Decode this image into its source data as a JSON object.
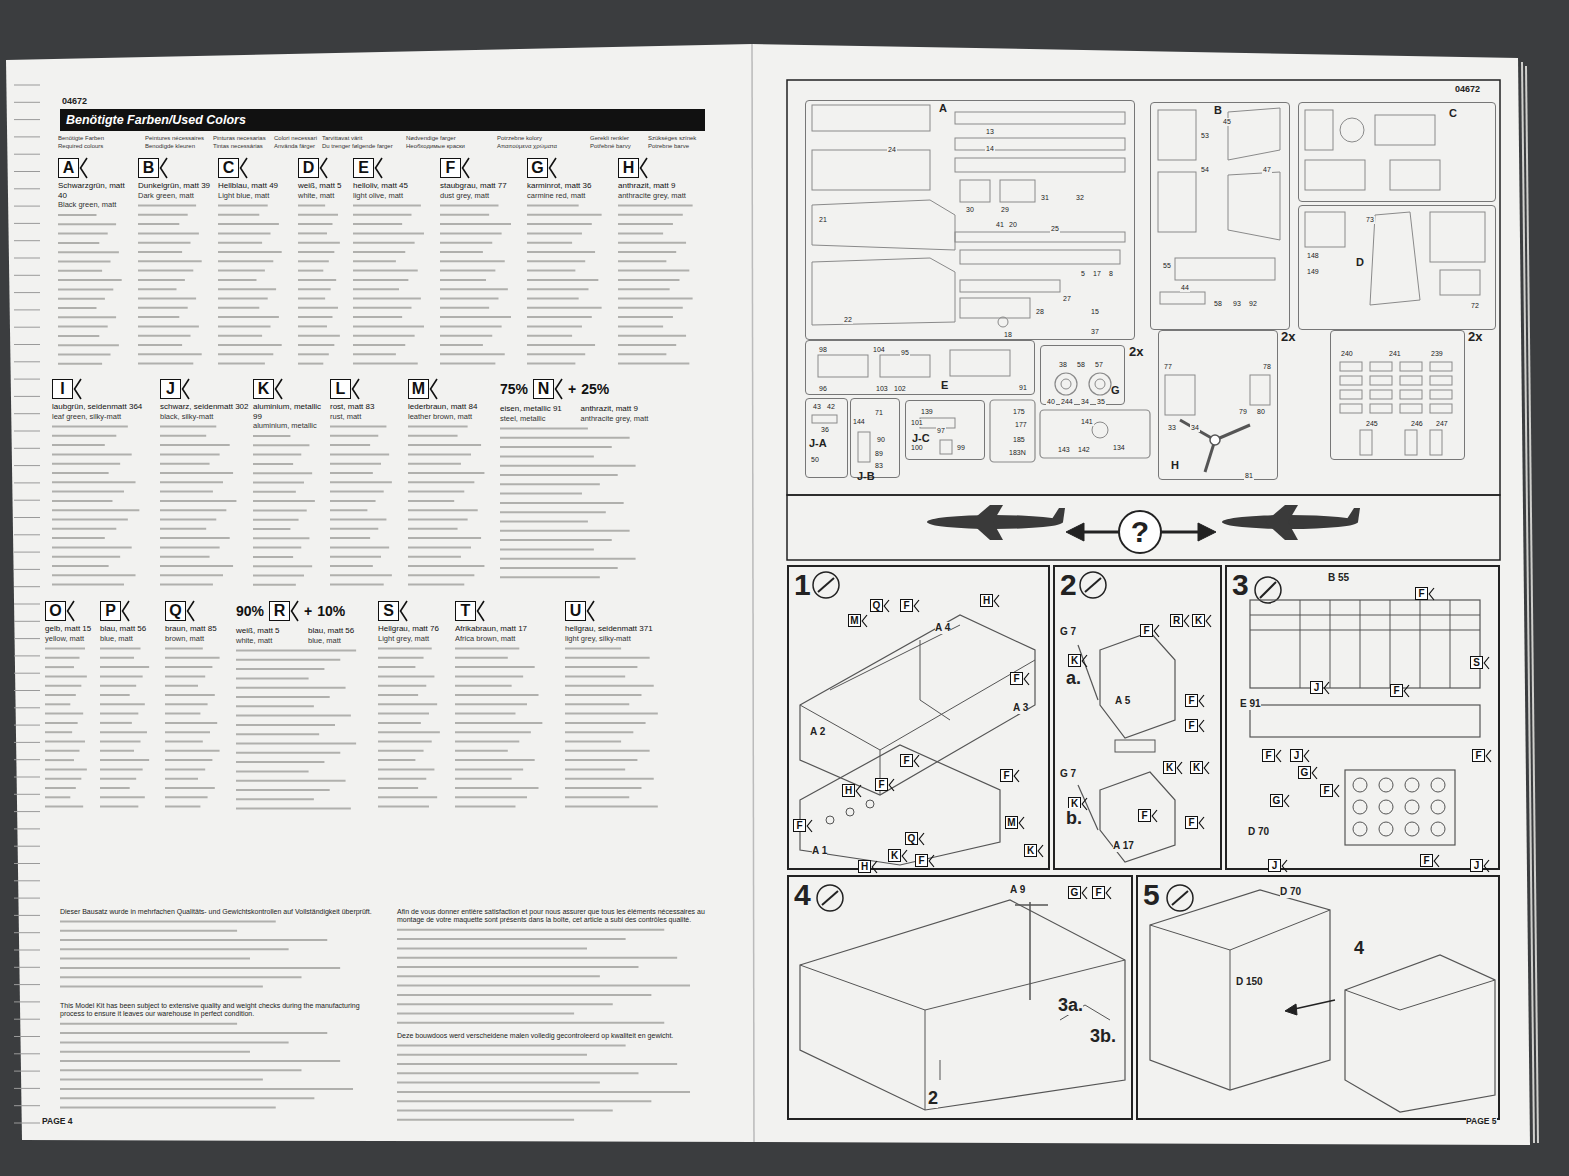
{
  "diagram": {
    "title": "Benötigte Farben/Used Colors",
    "nodes": [
      {
        "text": [
          "A",
          "Schwarzgrün, matt 40",
          "Black green, matt"
        ]
      },
      {
        "text": [
          "B",
          "Dunkelgrün, matt 39",
          "Dark green, matt"
        ]
      },
      {
        "text": [
          "C",
          "Hellblau, matt 49",
          "Light blue, matt"
        ]
      },
      {
        "text": [
          "D",
          "weiß, matt 5",
          "white, matt"
        ]
      },
      {
        "text": [
          "E",
          "helloliv, matt 45",
          "light olive, matt"
        ]
      },
      {
        "text": [
          "F",
          "staubgrau, matt 77",
          "dust grey, matt"
        ]
      },
      {
        "text": [
          "G",
          "karminrot, matt 36",
          "carmine red, matt"
        ]
      },
      {
        "text": [
          "H",
          "anthrazit, matt 9",
          "anthracite grey, matt"
        ]
      },
      {
        "text": [
          "I",
          "laubgrün, seidenmatt 364",
          "leaf green, silky-matt"
        ]
      },
      {
        "text": [
          "J",
          "schwarz, seidenmatt 302",
          "black, silky-matt"
        ]
      },
      {
        "text": [
          "K",
          "aluminium, metallic 99",
          "aluminium, metallic"
        ]
      },
      {
        "text": [
          "L",
          "rost, matt 83",
          "rust, matt"
        ]
      },
      {
        "text": [
          "M",
          "lederbraun, matt 84",
          "leather brown, matt"
        ]
      },
      {
        "text": [
          "75%",
          "N",
          "+",
          "25%",
          "eisen, metallic 91",
          "steel, metallic",
          "anthrazit, matt 9",
          "anthracite grey, matt"
        ]
      },
      {
        "text": [
          "O",
          "gelb, matt 15",
          "yellow, matt"
        ]
      },
      {
        "text": [
          "P",
          "blau, matt 56",
          "blue, matt"
        ]
      },
      {
        "text": [
          "Q",
          "braun, matt 85",
          "brown, matt"
        ]
      },
      {
        "text": [
          "90%",
          "R",
          "+",
          "10%",
          "weiß, matt 5",
          "white, matt",
          "blau, matt 56",
          "blue, matt"
        ]
      },
      {
        "text": [
          "S",
          "Hellgrau, matt 76",
          "Light grey, matt"
        ]
      },
      {
        "text": [
          "T",
          "Afrikabraun, matt 17",
          "Africa brown, matt"
        ]
      },
      {
        "text": [
          "U",
          "hellgrau, seidenmatt 371",
          "light grey, silky-matt"
        ]
      },
      {
        "text": [
          "A"
        ]
      },
      {
        "text": [
          "B"
        ]
      },
      {
        "text": [
          "C"
        ]
      },
      {
        "text": [
          "D"
        ]
      },
      {
        "text": [
          "E"
        ]
      },
      {
        "text": [
          "G",
          "2x"
        ]
      },
      {
        "text": [
          "H",
          "2x"
        ]
      },
      {
        "text": [
          "2x"
        ]
      },
      {
        "text": [
          "J-A"
        ]
      },
      {
        "text": [
          "J-B"
        ]
      },
      {
        "text": [
          "J-C"
        ]
      },
      {
        "text": [
          "?"
        ]
      },
      {
        "text": [
          "1"
        ]
      },
      {
        "text": [
          "Q"
        ],
        "in": 33
      },
      {
        "text": [
          "F"
        ],
        "in": 33
      },
      {
        "text": [
          "M"
        ],
        "in": 33
      },
      {
        "text": [
          "H"
        ],
        "in": 33
      },
      {
        "text": [
          "F"
        ],
        "in": 33
      },
      {
        "text": [
          "H"
        ],
        "in": 33
      },
      {
        "text": [
          "F"
        ],
        "in": 33
      },
      {
        "text": [
          "F"
        ],
        "in": 33
      },
      {
        "text": [
          "F"
        ],
        "in": 33
      },
      {
        "text": [
          "Q"
        ],
        "in": 33
      },
      {
        "text": [
          "M"
        ],
        "in": 33
      },
      {
        "text": [
          "K"
        ],
        "in": 33
      },
      {
        "text": [
          "F"
        ],
        "in": 33
      },
      {
        "text": [
          "H"
        ],
        "in": 33
      },
      {
        "text": [
          "K"
        ],
        "in": 33
      },
      {
        "text": [
          "F"
        ],
        "in": 33
      },
      {
        "text": [
          "2"
        ]
      },
      {
        "text": [
          "K"
        ],
        "in": 50
      },
      {
        "text": [
          "F"
        ],
        "in": 50
      },
      {
        "text": [
          "R"
        ],
        "in": 50
      },
      {
        "text": [
          "K"
        ],
        "in": 50
      },
      {
        "text": [
          "F"
        ],
        "in": 50
      },
      {
        "text": [
          "F"
        ],
        "in": 50
      },
      {
        "text": [
          "K"
        ],
        "in": 50
      },
      {
        "text": [
          "K"
        ],
        "in": 50
      },
      {
        "text": [
          "K"
        ],
        "in": 50
      },
      {
        "text": [
          "F"
        ],
        "in": 50
      },
      {
        "text": [
          "F"
        ],
        "in": 50
      },
      {
        "text": [
          "3"
        ]
      },
      {
        "text": [
          "F"
        ],
        "in": 62
      },
      {
        "text": [
          "S"
        ],
        "in": 62
      },
      {
        "text": [
          "J"
        ],
        "in": 62
      },
      {
        "text": [
          "F"
        ],
        "in": 62
      },
      {
        "text": [
          "J"
        ],
        "in": 62
      },
      {
        "text": [
          "F"
        ],
        "in": 62
      },
      {
        "text": [
          "F"
        ],
        "in": 62
      },
      {
        "text": [
          "G"
        ],
        "in": 62
      },
      {
        "text": [
          "F"
        ],
        "in": 62
      },
      {
        "text": [
          "G"
        ],
        "in": 62
      },
      {
        "text": [
          "F"
        ],
        "in": 62
      },
      {
        "text": [
          "J"
        ],
        "in": 62
      },
      {
        "text": [
          "J"
        ],
        "in": 62
      },
      {
        "text": [
          "4"
        ]
      },
      {
        "text": [
          "G"
        ],
        "in": 76
      },
      {
        "text": [
          "F"
        ],
        "in": 76
      },
      {
        "text": [
          "5"
        ]
      }
    ],
    "labels": [
      "04672",
      "Benötigte Farben",
      "Required colours",
      "Peintures nécessaires",
      "Benodigde kleuren",
      "Pinturas necesarias",
      "Tintas necessárias",
      "Colori necessari",
      "Använda färger",
      "Tarvittavat värit",
      "Du trenger følgende farger",
      "Nødvendige farger",
      "Необходимые краски",
      "Potrzebne kolory",
      "Απαιτούμενα χρώματα",
      "Gerekli renkler",
      "Potřebné barvy",
      "Szükséges színek",
      "Potrebne barve",
      "Dieser Bausatz wurde in mehrfachen Qualitäts- und Gewichtskontrollen auf Vollständigkeit überprüft.",
      "This Model Kit has been subject to extensive quality and weight checks during the manufacturing process to ensure it leaves our warehouse in perfect condition.",
      "Afin de vous donner entière satisfaction et pour nous assurer que tous les éléments nécessaires au montage de votre maquette sont présents dans la boîte, cet article a subi des contrôles qualité.",
      "Deze bouwdoos werd verscheidene malen volledig gecontroleerd op kwaliteit en gewicht.",
      "PAGE 4",
      "04672",
      "PAGE 5",
      "13",
      "14",
      "24",
      "21",
      "22",
      "30",
      "29",
      "31",
      "32",
      "41",
      "20",
      "25",
      "5",
      "17",
      "8",
      "27",
      "28",
      "15",
      "18",
      "37",
      "53",
      "45",
      "54",
      "47",
      "55",
      "44",
      "58",
      "93",
      "92",
      "148",
      "149",
      "73",
      "72",
      "98",
      "104",
      "95",
      "96",
      "103",
      "102",
      "91",
      "38",
      "58",
      "57",
      "40",
      "244",
      "34",
      "35",
      "77",
      "78",
      "33",
      "34",
      "79",
      "80",
      "81",
      "240",
      "241",
      "239",
      "245",
      "246",
      "247",
      "43",
      "42",
      "36",
      "50",
      "144",
      "71",
      "90",
      "89",
      "83",
      "139",
      "101",
      "97",
      "100",
      "99",
      "175",
      "177",
      "185",
      "183N",
      "141",
      "143",
      "142",
      "134",
      "A 4",
      "A 3",
      "A 2",
      "A 1",
      "G 7",
      "a.",
      "A 5",
      "G 7",
      "b.",
      "A 17",
      "B 55",
      "E 91",
      "D 70",
      "A 9",
      "3a.",
      "3b.",
      "2",
      "D 70",
      "D 150",
      "4"
    ]
  }
}
